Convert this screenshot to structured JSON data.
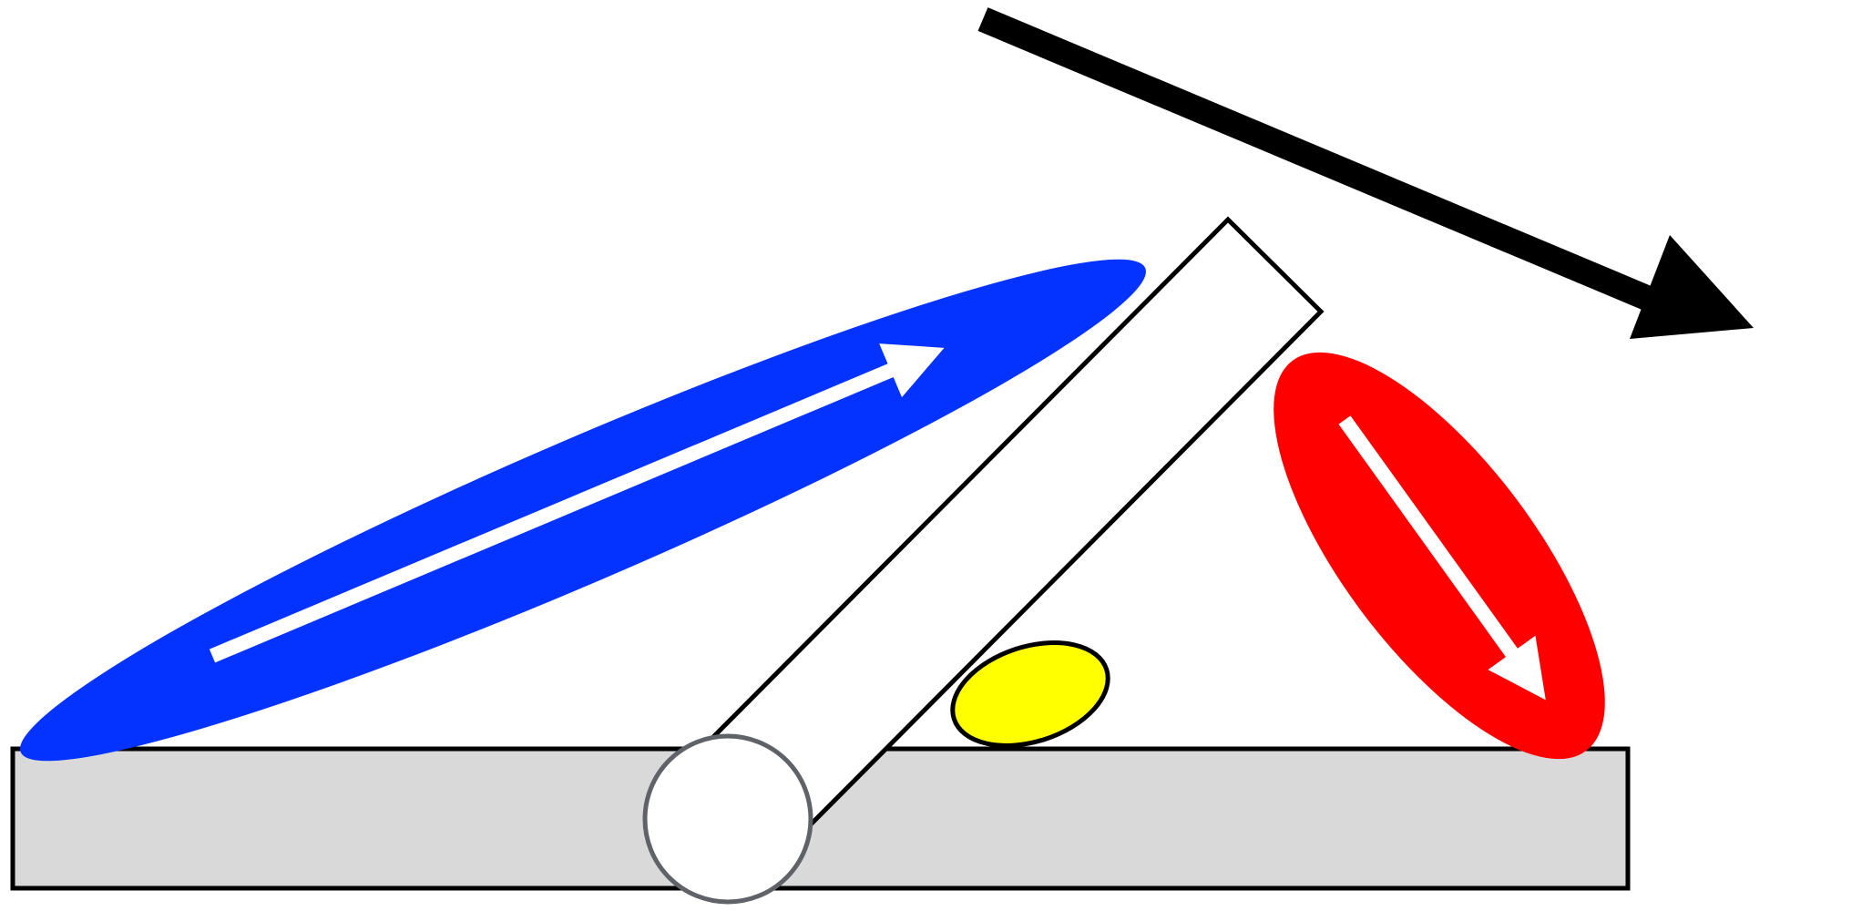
{
  "diagram": {
    "colors": {
      "background": "#ffffff",
      "base_fill": "#d9d9d9",
      "outline": "#000000",
      "blue_muscle": "#0433ff",
      "red_muscle": "#ff0000",
      "yellow_blob": "#ffff00",
      "pivot_stroke": "#5f6368",
      "lever_fill": "#ffffff",
      "inner_arrow": "#ffffff",
      "motion_arrow": "#000000"
    },
    "elements": {
      "base": "base-bar",
      "lever": "lever-bar",
      "pivot": "pivot-joint",
      "blue_muscle": "blue-ellipse",
      "red_muscle": "red-ellipse",
      "yellow_blob": "yellow-ellipse",
      "motion_arrow": "rotation-direction-arrow"
    }
  }
}
